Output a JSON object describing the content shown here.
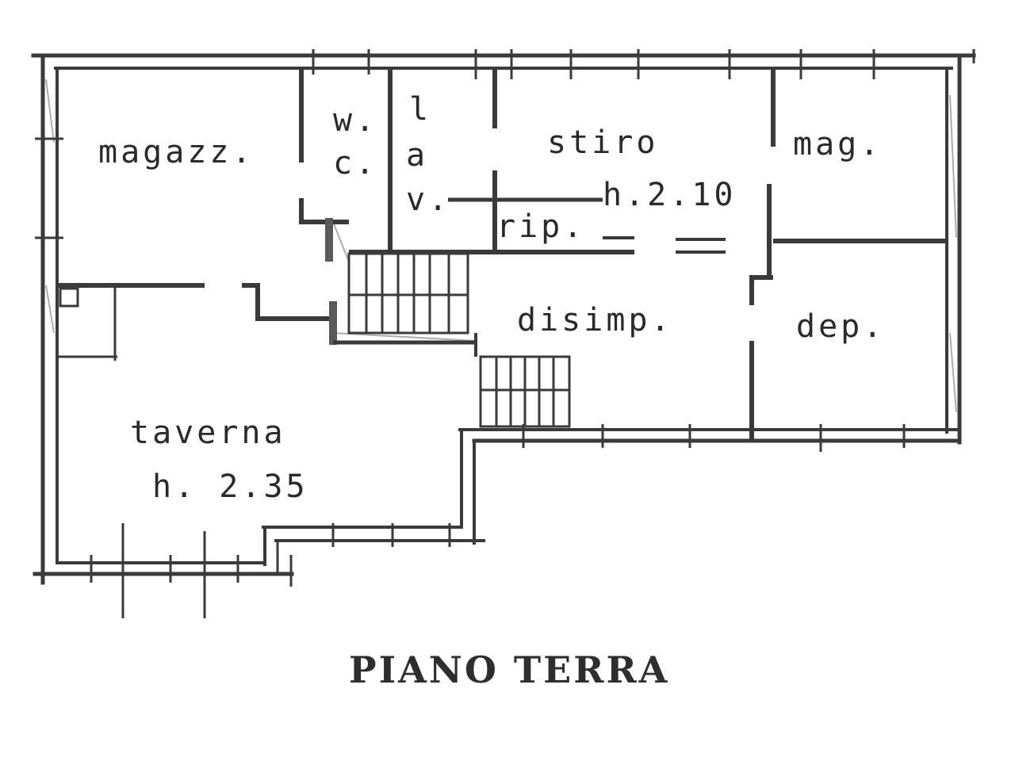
{
  "drawing": {
    "title": "PIANO TERRA",
    "rooms": [
      {
        "name": "magazz.",
        "height": ""
      },
      {
        "name": "w.",
        "line2": "c."
      },
      {
        "name": "l",
        "line2": "a",
        "line3": "v."
      },
      {
        "name": "stiro",
        "height": "h.2.10"
      },
      {
        "name": "mag.",
        "height": ""
      },
      {
        "name": "rip.",
        "height": ""
      },
      {
        "name": "disimp.",
        "height": ""
      },
      {
        "name": "dep.",
        "height": ""
      },
      {
        "name": "taverna",
        "height": "h. 2.35"
      }
    ]
  },
  "colors": {
    "wall": "#3a3a3a",
    "background": "#ffffff",
    "text": "#2a2a2a"
  }
}
